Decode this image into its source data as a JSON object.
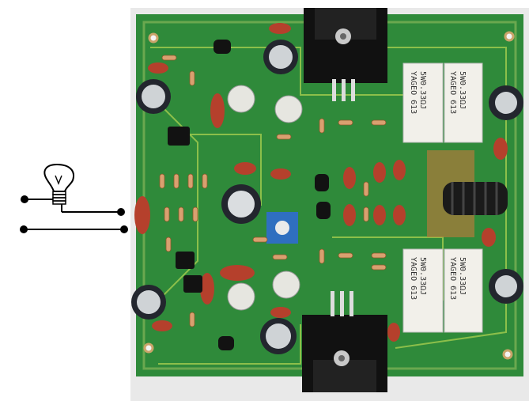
{
  "colors": {
    "background": "#ffffff",
    "pcb_green": "#2f8a3a",
    "pcb_dark": "#1f6a2a",
    "copper": "#b07a3a",
    "heatsink": "#111111",
    "capacitor_red": "#b5402c",
    "electrolytic": "#23262e",
    "resistor_body": "#f2f0ea",
    "trim_pot": "#2f6fc0",
    "coil": "#1a1a1a",
    "wire": "#000000"
  },
  "resistors": [
    {
      "line1": "5W0.33ΩJ",
      "line2": "YAGEO 613"
    },
    {
      "line1": "5W0.33ΩJ",
      "line2": "YAGEO 613"
    },
    {
      "line1": "5W0.33ΩJ",
      "line2": "YAGEO 613"
    },
    {
      "line1": "5W0.33ΩJ",
      "line2": "YAGEO 613"
    }
  ],
  "icons": [
    "light-bulb-icon",
    "pcb-board",
    "terminal-dot"
  ]
}
